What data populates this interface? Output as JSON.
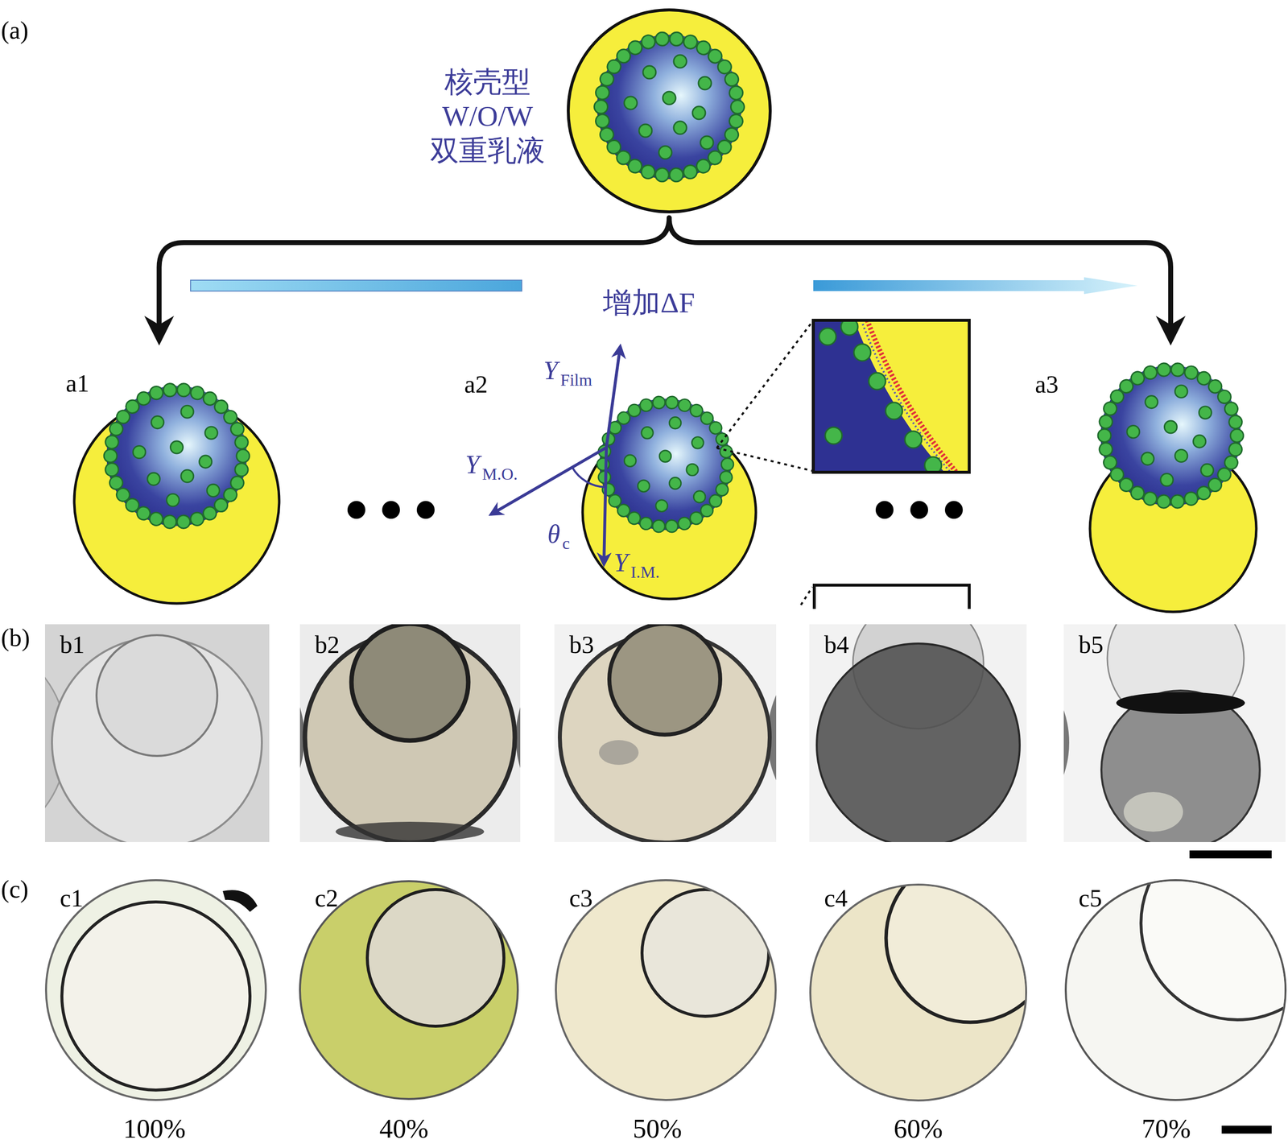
{
  "diagram": {
    "nodes": [
      {
        "text": [
          "核壳型 W/O/W 双重乳液"
        ]
      },
      {
        "text": [
          "a1"
        ]
      },
      {
        "text": [
          "a2"
        ]
      },
      {
        "text": [
          "a3"
        ]
      }
    ],
    "edges": [
      {
        "from": 0,
        "to": 1,
        "arrow": "to"
      },
      {
        "from": 0,
        "to": 3,
        "arrow": "to"
      }
    ],
    "labels": [
      "(a)",
      "增加ΔF",
      "Y",
      "Film",
      "Y",
      "M.O.",
      "θ",
      "c",
      "Y",
      "I.M.",
      "(b)",
      "b1",
      "b2",
      "b3",
      "b4",
      "b5",
      "(c)",
      "c1",
      "c2",
      "c3",
      "c4",
      "c5",
      "100%",
      "40%",
      "50%",
      "60%",
      "70%"
    ]
  }
}
